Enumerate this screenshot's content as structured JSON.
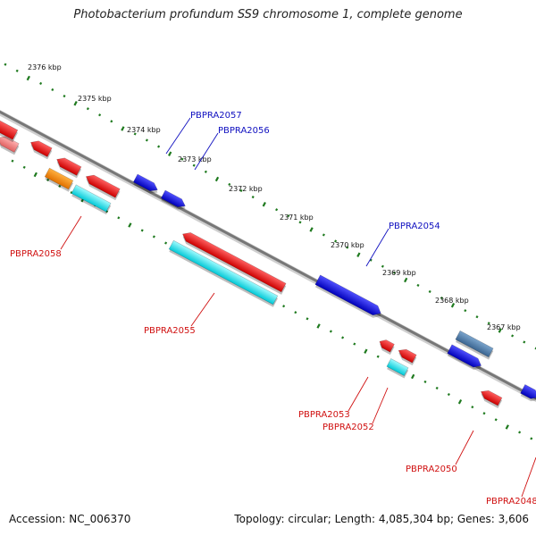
{
  "title": "Photobacterium profundum SS9 chromosome 1, complete genome",
  "accession": "Accession: NC_006370",
  "summary": "Topology: circular; Length: 4,085,304 bp; Genes: 3,606",
  "colors": {
    "backbone": "#7a7a7a",
    "tick": "#1f7a1f",
    "forward_label": "#1010c0",
    "reverse_label": "#d01010"
  },
  "kbp_ticks": [
    "2376 kbp",
    "2375 kbp",
    "2374 kbp",
    "2373 kbp",
    "2372 kbp",
    "2371 kbp",
    "2370 kbp",
    "2369 kbp",
    "2368 kbp",
    "2367 kbp"
  ],
  "gene_labels": {
    "forward": [
      "PBPRA2057",
      "PBPRA2056",
      "PBPRA2054"
    ],
    "reverse": [
      "PBPRA2058",
      "PBPRA2055",
      "PBPRA2053",
      "PBPRA2052",
      "PBPRA2050",
      "PBPRA2048"
    ]
  }
}
